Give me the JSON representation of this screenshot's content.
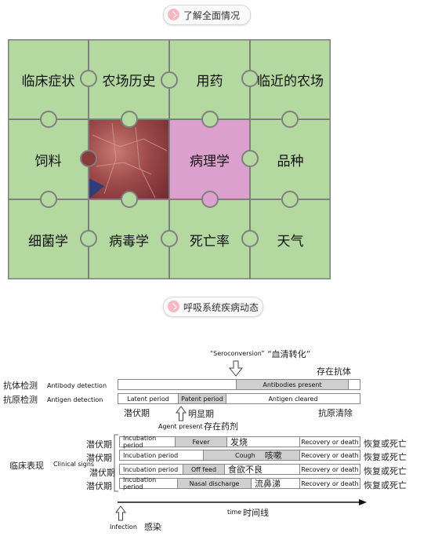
{
  "sections": {
    "overview_title": "了解全面情况",
    "dynamics_title": "呼吸系统疾病动态"
  },
  "puzzle": {
    "tiles": [
      {
        "label": "临床症状",
        "color": "#b4d9a0"
      },
      {
        "label": "农场历史",
        "color": "#b4d9a0"
      },
      {
        "label": "用药",
        "color": "#b4d9a0"
      },
      {
        "label": "临近的农场",
        "color": "#b4d9a0"
      },
      {
        "label": "饲料",
        "color": "#b4d9a0"
      },
      {
        "label": "",
        "color": "#8a3b3b"
      },
      {
        "label": "病理学",
        "color": "#dca0cf"
      },
      {
        "label": "品种",
        "color": "#b4d9a0"
      },
      {
        "label": "细菌学",
        "color": "#b4d9a0"
      },
      {
        "label": "病毒学",
        "color": "#b4d9a0"
      },
      {
        "label": "死亡率",
        "color": "#b4d9a0"
      },
      {
        "label": "天气",
        "color": "#b4d9a0"
      }
    ]
  },
  "timeline": {
    "seroconversion_en": "“Seroconversion”",
    "seroconversion_cn": "“血清转化”",
    "antibody_present_cn": "存在抗体",
    "antibody_label_cn": "抗体检测",
    "antibody_label_en": "Antibody detection",
    "antigen_label_cn": "抗原检测",
    "antigen_label_en": "Antigen detection",
    "antibodies_present": "Antibodies present",
    "latent_period": "Latent period",
    "patent_period": "Patent period",
    "antigen_cleared": "Antigen cleared",
    "latent_cn": "潜伏期",
    "patent_cn": "明显期",
    "antigen_cleared_cn": "抗原清除",
    "agent_present_en": "Agent present",
    "agent_present_cn": "存在药剂",
    "clinical_label_cn": "临床表现",
    "clinical_label_en": "Clinical signs",
    "rows": [
      {
        "pre_cn": "潜伏期",
        "incubation": "Incubation period",
        "sign": "Fever",
        "sign_cn": "发烧",
        "recovery": "Recovery or death",
        "recovery_cn": "恢复或死亡"
      },
      {
        "pre_cn": "潜伏期",
        "incubation": "Incubation period",
        "sign": "Cough",
        "sign_cn": "咳嗽",
        "recovery": "Recovery or death",
        "recovery_cn": "恢复或死亡"
      },
      {
        "pre_cn": "潜伏期",
        "incubation": "Incubation period",
        "sign": "Off feed",
        "sign_cn": "食欲不良",
        "recovery": "Recovery or death",
        "recovery_cn": "恢复或死亡"
      },
      {
        "pre_cn": "潜伏期",
        "incubation": "Incubation period",
        "sign": "Nasal discharge",
        "sign_cn": "流鼻涕",
        "recovery": "Recovery or death",
        "recovery_cn": "恢复或死亡"
      }
    ],
    "time_en": "time",
    "time_cn": "时间线",
    "infection_en": "Infection",
    "infection_cn": "感染"
  }
}
